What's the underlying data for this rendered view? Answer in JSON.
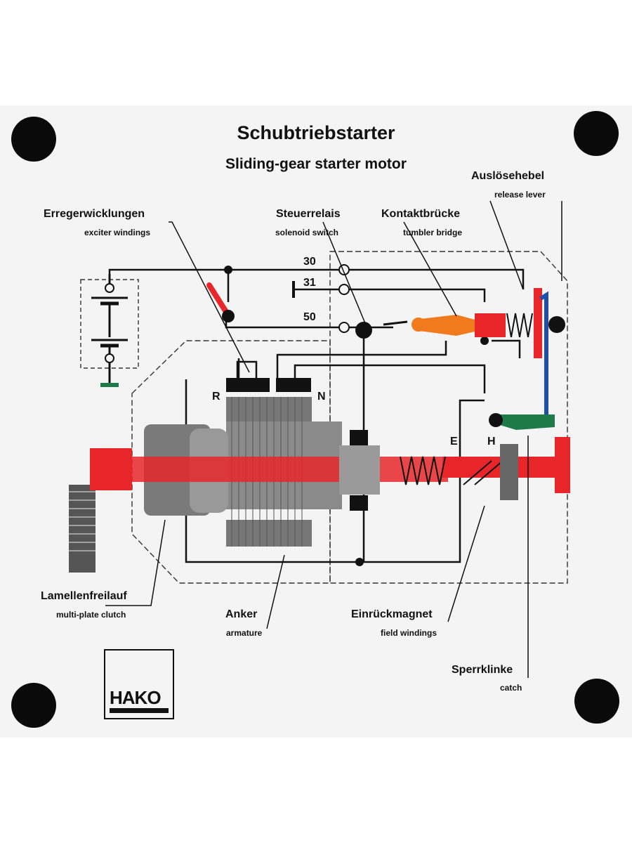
{
  "title": "Schubtriebstarter",
  "subtitle": "Sliding-gear starter motor",
  "labels": {
    "ausloesehebel": "Auslösehebel",
    "release_lever": "release lever",
    "erregerwicklungen": "Erregerwicklungen",
    "exciter_windings": "exciter windings",
    "steuerrelais": "Steuerrelais",
    "solenoid_switch": "solenoid switch",
    "kontaktbruecke": "Kontaktbrücke",
    "tumbler_bridge": "tumbler bridge",
    "lamellenfreilauf": "Lamellenfreilauf",
    "multi_plate_clutch": "multi-plate clutch",
    "anker": "Anker",
    "armature": "armature",
    "einrueckmagnet": "Einrückmagnet",
    "field_windings": "field windings",
    "sperrklinke": "Sperrklinke",
    "catch": "catch"
  },
  "terminals": {
    "t30": "30",
    "t31": "31",
    "t50": "50",
    "r": "R",
    "n": "N",
    "e": "E",
    "h": "H"
  },
  "logo": {
    "text": "HAKO"
  },
  "colors": {
    "red": "#e8262a",
    "orange": "#f07a1e",
    "green": "#1f7a4a",
    "blue": "#1f4fa8",
    "black": "#111111"
  }
}
